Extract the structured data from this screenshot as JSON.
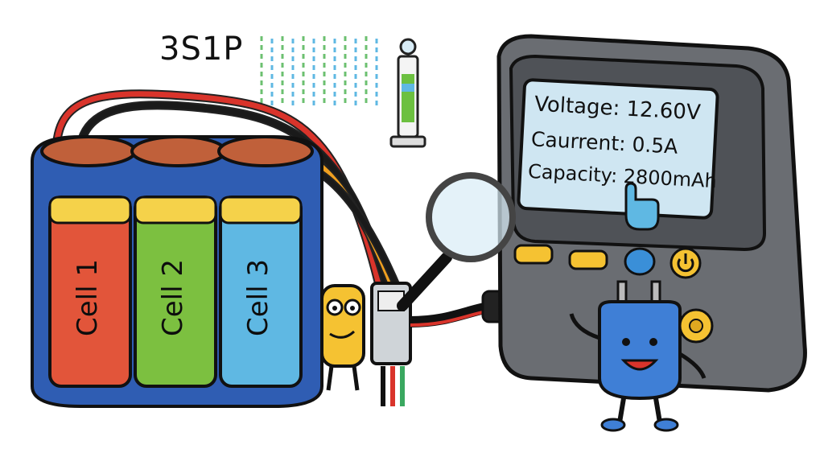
{
  "config_label": "3S1P",
  "cells": [
    {
      "label": "Cell 1",
      "color": "#e2553a"
    },
    {
      "label": "Cell 2",
      "color": "#7cc040"
    },
    {
      "label": "Cell 3",
      "color": "#5fb8e3"
    }
  ],
  "meter": {
    "voltage_line": "Voltage: 12.60V",
    "current_line": "Caurrent: 0.5A",
    "capacity_line": "Capacity: 2800mAh"
  },
  "colors": {
    "battery_wrap": "#2f5db3",
    "cell_caps": "#c0603a",
    "wire_red": "#d9342b",
    "wire_black": "#1a1a1a",
    "wire_orange": "#f0a020",
    "meter_body": "#6a6d72",
    "lcd_screen": "#cfe6f2",
    "button_yellow": "#f5c232",
    "button_blue": "#3a8fd8",
    "plug_mascot": "#3f7fd6"
  },
  "icons": [
    "magnifying-glass-icon",
    "power-button-icon",
    "hand-pointer-icon",
    "level-gauge-icon"
  ]
}
